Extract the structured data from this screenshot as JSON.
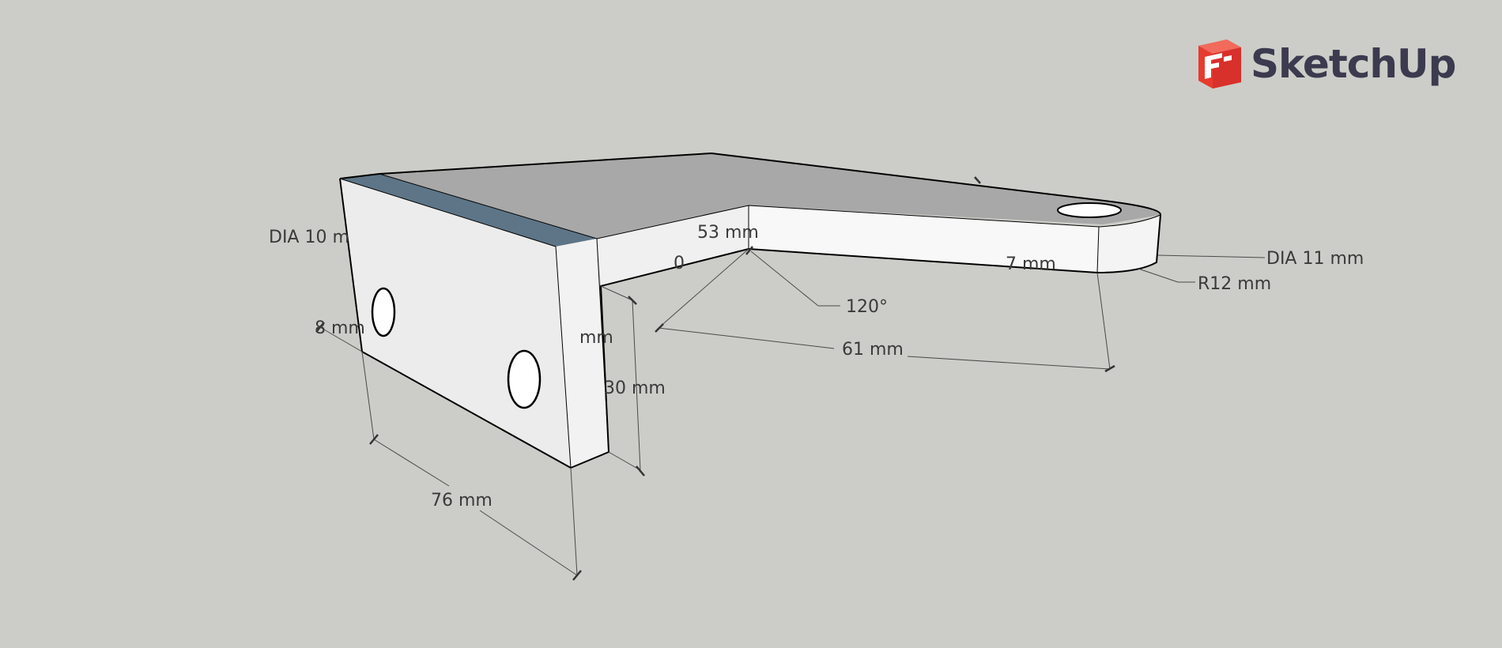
{
  "app": {
    "brand_name": "SketchUp",
    "logo_icon": "sketchup-logo-icon",
    "background_color": "#cccdc8",
    "logo_color": "#e63b2e"
  },
  "model": {
    "colors": {
      "top_face": "#a8a8a8",
      "front_face": "#ececec",
      "side_face": "#f4f4f4",
      "back_face": "#5d7587"
    }
  },
  "dimensions": {
    "dia_left": "DIA 10 m",
    "dia_right": "DIA 11 mm",
    "radius": "R12 mm",
    "angle": "120°",
    "length_53": "53 mm",
    "length_7": "7 mm",
    "length_61": "61 mm",
    "length_8": "8 mm",
    "length_mm": "mm",
    "length_30": "30 mm",
    "length_76": "76 mm",
    "zero": "0"
  }
}
